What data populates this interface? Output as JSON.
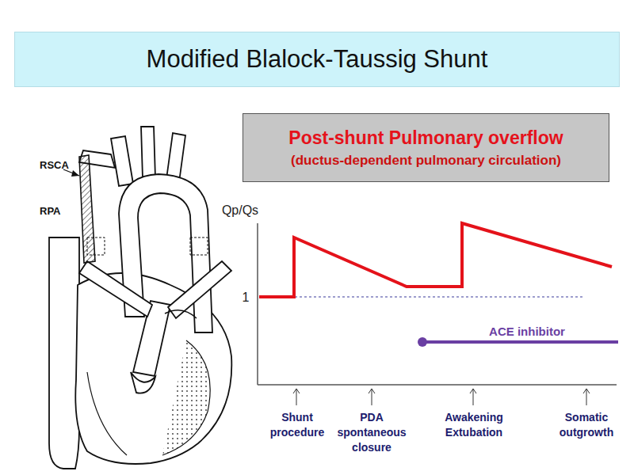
{
  "diagram": {
    "title": "Modified Blalock-Taussig Shunt",
    "nodes": [
      {
        "text": [
          "Post-shunt Pulmonary overflow",
          "(ductus-dependent pulmonary circulation)"
        ]
      }
    ],
    "edges": [],
    "labels": [
      "RSCA",
      "RPA",
      "Qp/Qs",
      "1",
      "ACE inhibitor",
      "Shunt procedure",
      "PDA spontaneous closure",
      "Awakening Extubation",
      "Somatic outgrowth"
    ]
  }
}
